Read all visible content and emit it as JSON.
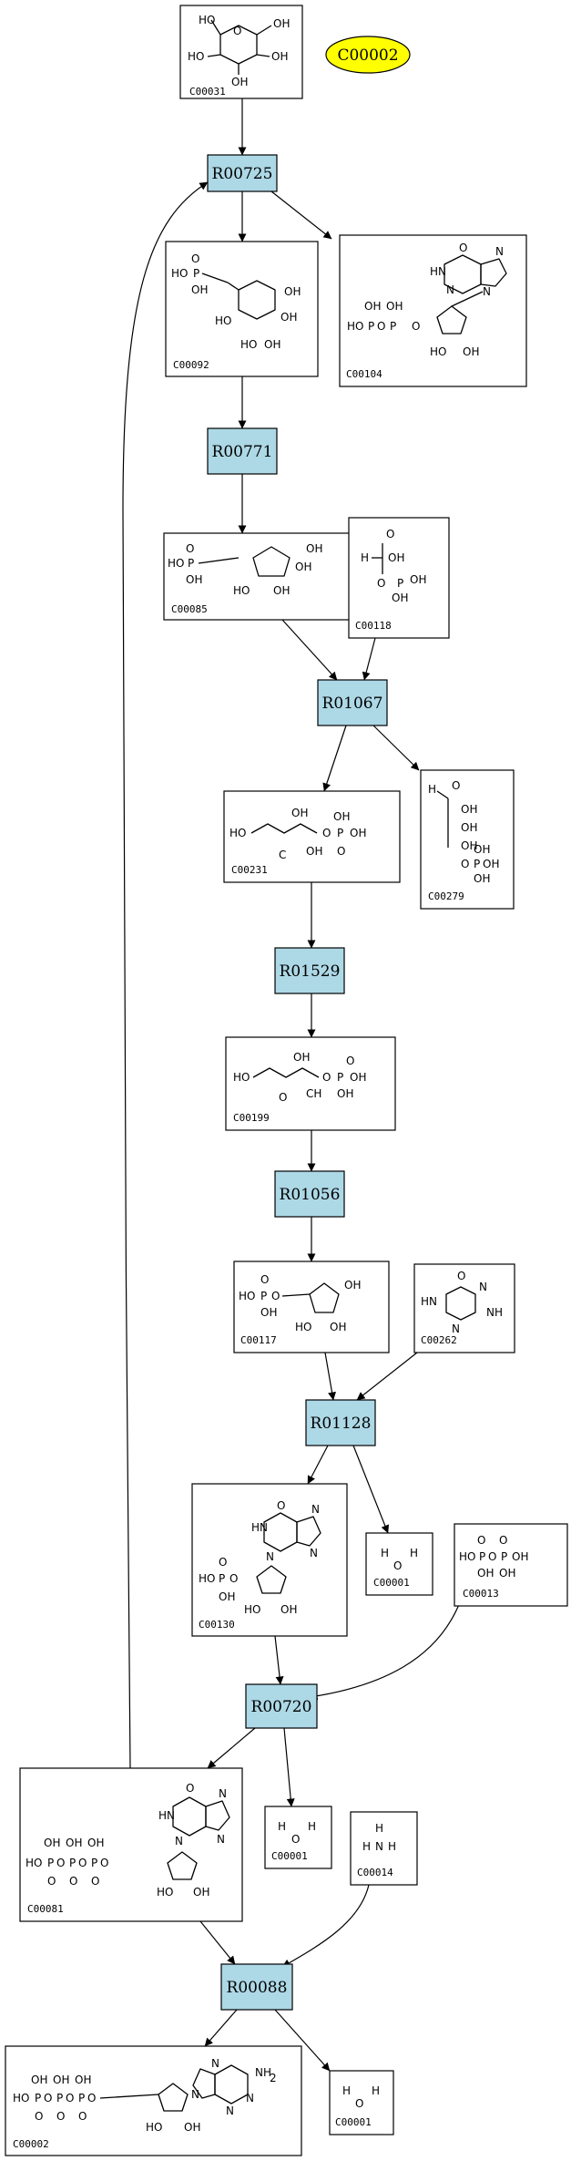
{
  "start_node": {
    "label": "C00002",
    "color": "#ffff00"
  },
  "reaction_color": "#add8e6",
  "reactions": [
    "R00725",
    "R00771",
    "R01067",
    "R01529",
    "R01056",
    "R01128",
    "R00720",
    "R00088"
  ],
  "compounds": [
    "C00031",
    "C00092",
    "C00104",
    "C00085",
    "C00118",
    "C00231",
    "C00279",
    "C00199",
    "C00117",
    "C00262",
    "C00130",
    "C00001",
    "C00013",
    "C00081",
    "C00001",
    "C00014",
    "C00002",
    "C00001"
  ]
}
